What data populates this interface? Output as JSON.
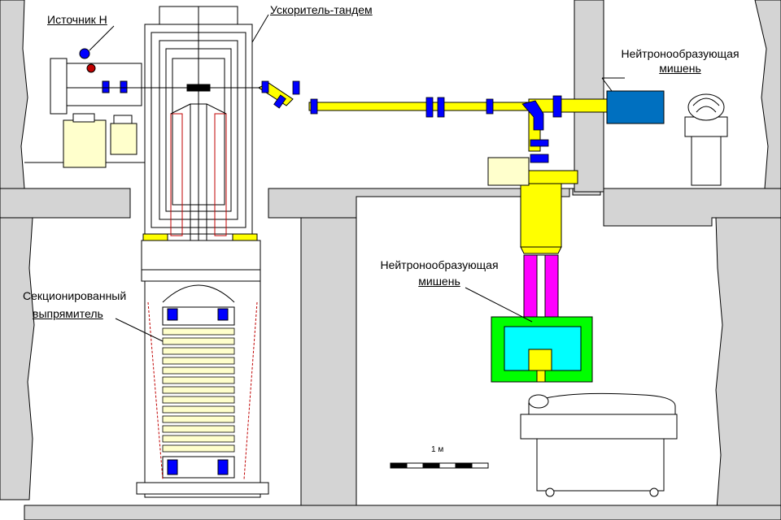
{
  "labels": {
    "source": "Источник H",
    "tandem": "Ускоритель-тандем",
    "target_top_line1": "Нейтронообразующая",
    "target_top_line2": "мишень",
    "target_mid_line1": "Нейтронообразующая",
    "target_mid_line2": "мишень",
    "rectifier_line1": "Секционированный",
    "rectifier_line2": "выпрямитель",
    "scale": "1 м"
  },
  "colors": {
    "beamline": "#ffff00",
    "flange": "#0000ff",
    "target_block": "#0070c0",
    "tube_magenta": "#ff00ff",
    "shield_green": "#00ff00",
    "shield_cyan": "#00ffff",
    "wall_gray": "#d4d4d4",
    "equipment_fill": "#ffffcc"
  }
}
